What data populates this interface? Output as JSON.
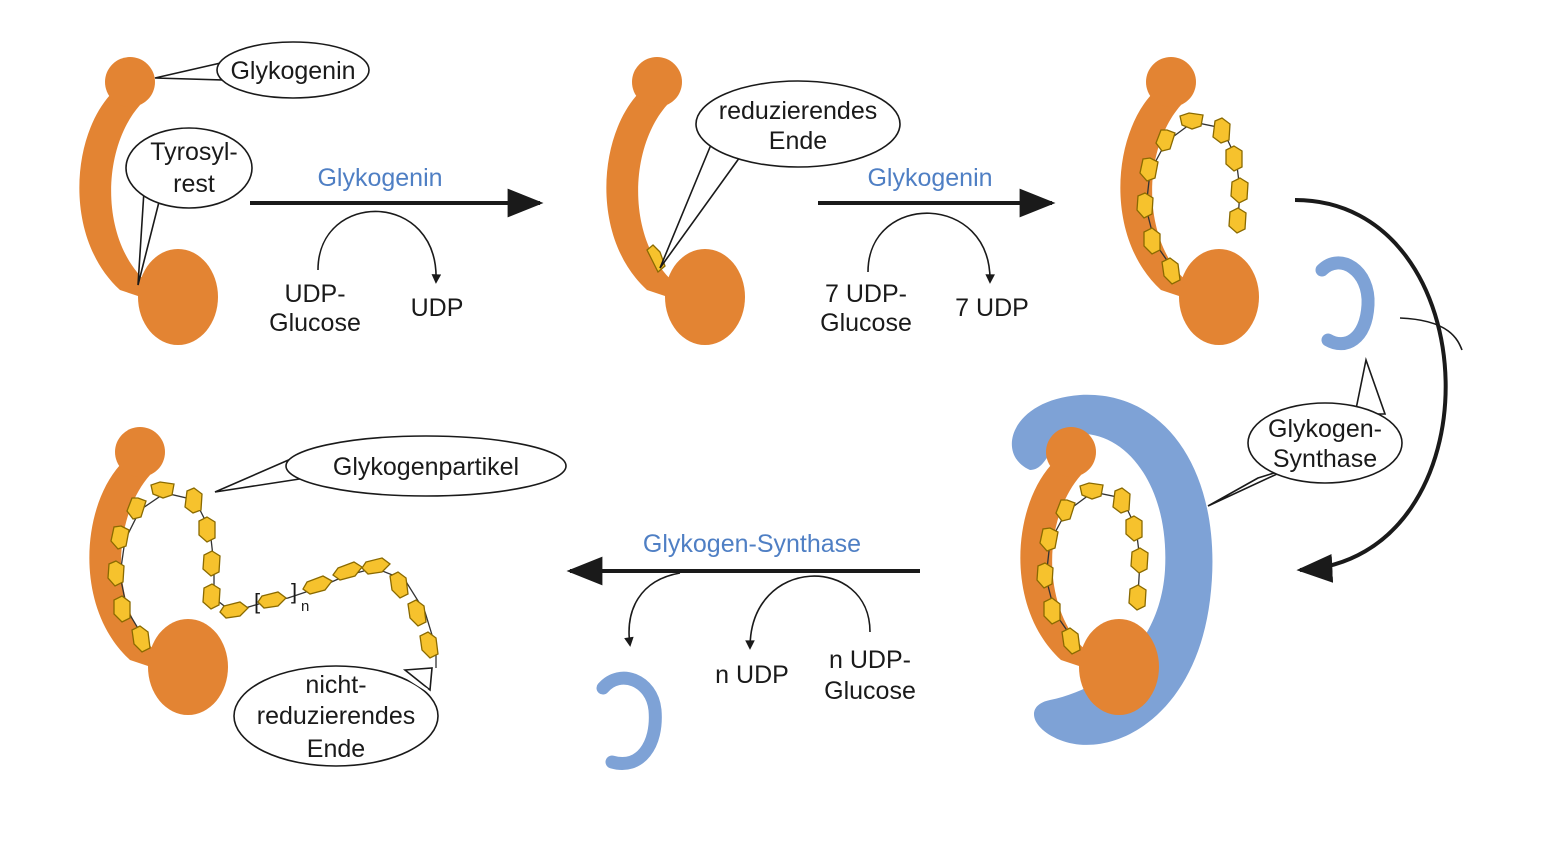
{
  "labels": {
    "glykogenin": "Glykogenin",
    "tyrosylrest_line1": "Tyrosyl-",
    "tyrosylrest_line2": "rest",
    "reduzierendes_line1": "reduzierendes",
    "reduzierendes_line2": "Ende",
    "glykogen_synthase_bubble_line1": "Glykogen-",
    "glykogen_synthase_bubble_line2": "Synthase",
    "glykogenpartikel": "Glykogenpartikel",
    "nicht_red_line1": "nicht-",
    "nicht_red_line2": "reduzierendes",
    "nicht_red_line3": "Ende",
    "repeat_subscript": "n"
  },
  "steps": {
    "step1": {
      "enzyme": "Glykogenin",
      "substrate_line1": "UDP-",
      "substrate_line2": "Glucose",
      "product": "UDP"
    },
    "step2": {
      "enzyme": "Glykogenin",
      "substrate_line1": "7 UDP-",
      "substrate_line2": "Glucose",
      "product": "7 UDP"
    },
    "step3": {
      "enzyme": "Glykogen-Synthase",
      "substrate_line1": "n UDP-",
      "substrate_line2": "Glucose",
      "product": "n UDP"
    }
  },
  "colors": {
    "protein": "#e38433",
    "enzyme": "#7ea2d6",
    "glucose": "#f6c22d",
    "enzyme_label": "#4f7fc4"
  }
}
